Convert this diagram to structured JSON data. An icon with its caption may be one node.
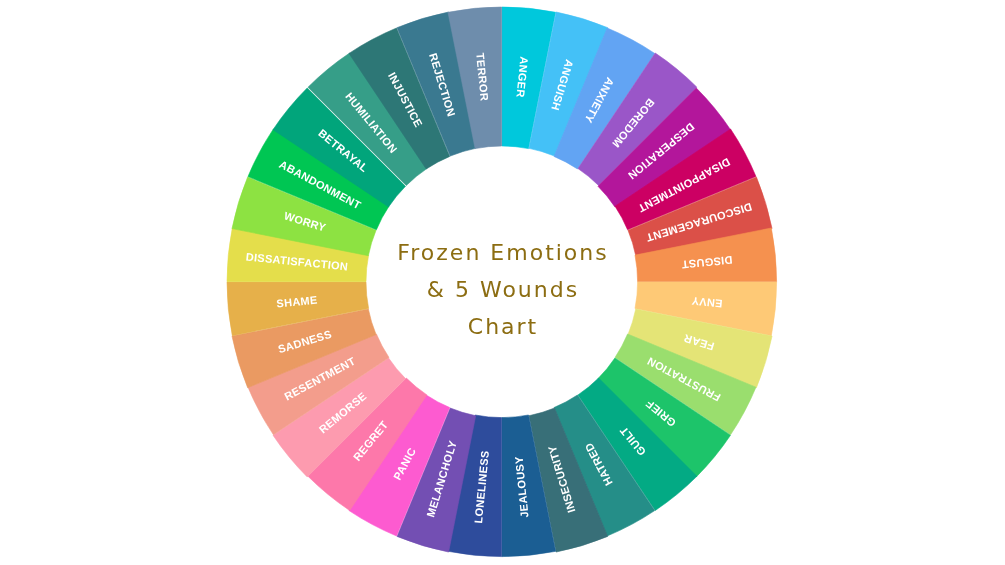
{
  "diagram": {
    "title": "Frozen Emotions & 5 Wounds Chart",
    "nodes": [
      {
        "text": [
          "ANGER"
        ]
      },
      {
        "text": [
          "ANGUISH"
        ]
      },
      {
        "text": [
          "ANXIETY"
        ]
      },
      {
        "text": [
          "BOREDOM"
        ]
      },
      {
        "text": [
          "DESPERATION"
        ]
      },
      {
        "text": [
          "DISAPPOINTMENT"
        ]
      },
      {
        "text": [
          "DISCOURAGEMENT"
        ]
      },
      {
        "text": [
          "DISGUST"
        ]
      },
      {
        "text": [
          "ENVY"
        ]
      },
      {
        "text": [
          "FEAR"
        ]
      },
      {
        "text": [
          "FRUSTRATION"
        ]
      },
      {
        "text": [
          "GRIEF"
        ]
      },
      {
        "text": [
          "GUILT"
        ]
      },
      {
        "text": [
          "HATRED"
        ]
      },
      {
        "text": [
          "INSECURITY"
        ]
      },
      {
        "text": [
          "JEALOUSY"
        ]
      },
      {
        "text": [
          "LONELINESS"
        ]
      },
      {
        "text": [
          "MELANCHOLY"
        ]
      },
      {
        "text": [
          "PANIC"
        ]
      },
      {
        "text": [
          "REGRET"
        ]
      },
      {
        "text": [
          "REMORSE"
        ]
      },
      {
        "text": [
          "RESENTMENT"
        ]
      },
      {
        "text": [
          "SADNESS"
        ]
      },
      {
        "text": [
          "SHAME"
        ]
      },
      {
        "text": [
          "DISSATISFACTION"
        ]
      },
      {
        "text": [
          "WORRY"
        ]
      },
      {
        "text": [
          "ABANDONMENT"
        ]
      },
      {
        "text": [
          "BETRAYAL"
        ]
      },
      {
        "text": [
          "HUMILIATION"
        ]
      },
      {
        "text": [
          "INJUSTICE"
        ]
      },
      {
        "text": [
          "REJECTION"
        ]
      },
      {
        "text": [
          "TERROR"
        ]
      }
    ]
  }
}
